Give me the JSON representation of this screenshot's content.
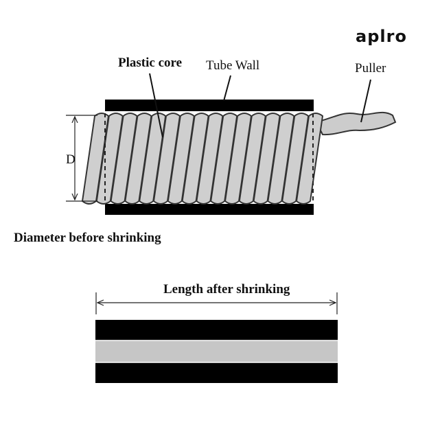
{
  "logo": {
    "text": "aplro"
  },
  "top_diagram": {
    "labels": {
      "plastic_core": "Plastic core",
      "tube_wall": "Tube Wall",
      "puller": "Puller",
      "diameter_symbol": "D",
      "caption": "Diameter before shrinking"
    },
    "coil_turns": 16
  },
  "bottom_diagram": {
    "labels": {
      "length": "Length after shrinking"
    }
  },
  "colors": {
    "tube_wall": "#000000",
    "coil_fill": "#cfcfcf",
    "core_gray": "#c6c6c6",
    "outline": "#333333"
  }
}
